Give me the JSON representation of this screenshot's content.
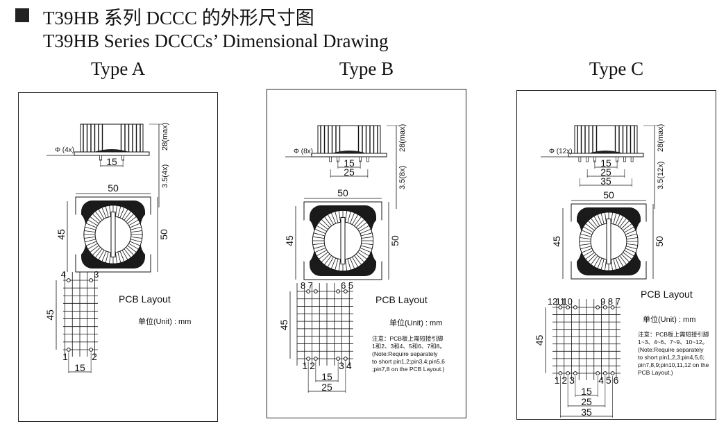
{
  "header": {
    "title_cn": "T39HB 系列 DCCC 的外形尺寸图",
    "title_en": "T39HB Series DCCCs’ Dimensional Drawing"
  },
  "panels": [
    {
      "type": "Type A",
      "phi": "Φ (4x)",
      "height": "28(max)",
      "pin_len": "3.5(4x)",
      "width": "50",
      "depth": "45",
      "length": "50",
      "pin_dims": [
        "15"
      ],
      "grid_height": "45",
      "grid_dims": [
        "15"
      ],
      "pins_top": [
        "4",
        "3"
      ],
      "pins_bottom": [
        "1",
        "2"
      ],
      "pcb_label": "PCB Layout",
      "unit": "单位(Unit) : mm",
      "note": []
    },
    {
      "type": "Type B",
      "phi": "Φ (8x)",
      "height": "28(max)",
      "pin_len": "3.5(8x)",
      "width": "50",
      "depth": "45",
      "length": "50",
      "pin_dims": [
        "15",
        "25"
      ],
      "grid_height": "45",
      "grid_dims": [
        "15",
        "25"
      ],
      "pins_top": [
        "8",
        "7",
        "6",
        "5"
      ],
      "pins_bottom": [
        "1",
        "2",
        "3",
        "4"
      ],
      "pcb_label": "PCB Layout",
      "unit": "单位(Unit) : mm",
      "note": [
        "注意：PCB板上需短接引脚",
        "1和2、3和4、5和6、7和8。",
        "(Note:Require separately",
        "to short pin1,2;pin3,4;pin5,6",
        ";pin7,8 on the PCB Layout.)"
      ]
    },
    {
      "type": "Type C",
      "phi": "Φ (12x)",
      "height": "28(max)",
      "pin_len": "3.5(12x)",
      "width": "50",
      "depth": "45",
      "length": "50",
      "pin_dims": [
        "15",
        "25",
        "35"
      ],
      "grid_height": "45",
      "grid_dims": [
        "15",
        "25",
        "35"
      ],
      "pins_top": [
        "12",
        "11",
        "10",
        "9",
        "8",
        "7"
      ],
      "pins_bottom": [
        "1",
        "2",
        "3",
        "4",
        "5",
        "6"
      ],
      "pcb_label": "PCB Layout",
      "unit": "单位(Unit) : mm",
      "note": [
        "注意：PCB板上需短接引脚",
        "1~3、4~6、7~9、10~12。",
        "(Note:Require separately",
        " to short pin1,2,3;pin4,5,6;",
        "pin7,8,9;pin10,11,12 on the",
        "PCB Layout.)"
      ]
    }
  ]
}
